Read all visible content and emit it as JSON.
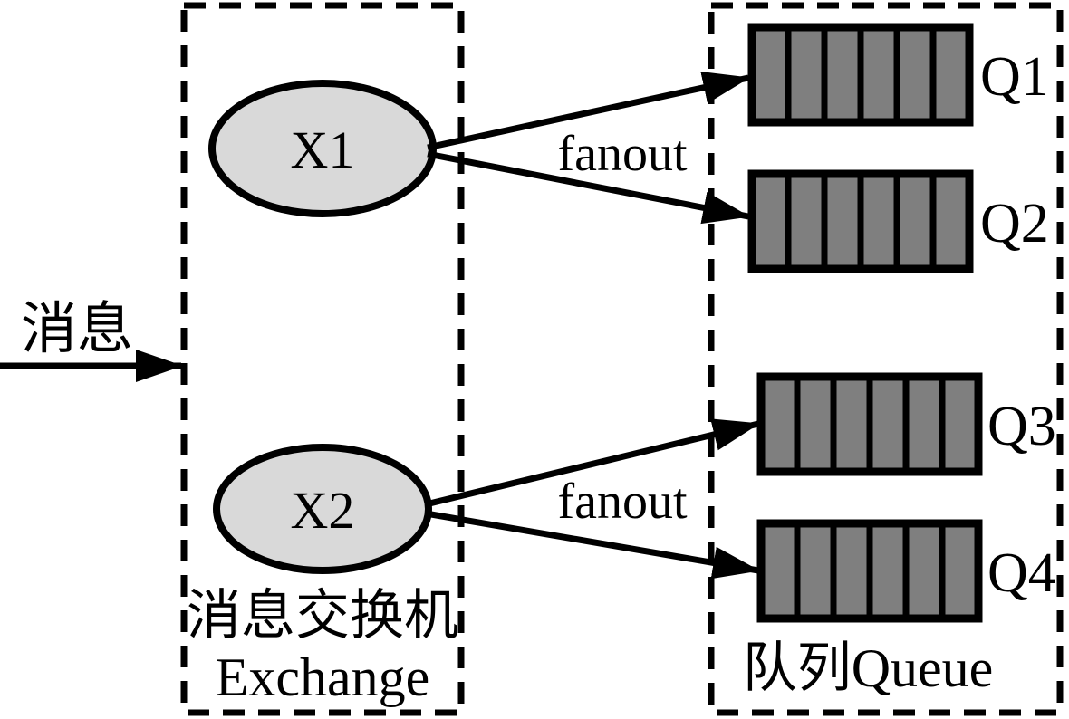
{
  "diagram": {
    "type": "fanout-exchange-topology",
    "colors": {
      "background": "#ffffff",
      "line": "#000000",
      "exchange_fill": "#d9d9d9",
      "queue_fill": "#7f7f7f"
    },
    "incoming": {
      "label": "消息"
    },
    "exchange_group": {
      "label_zh": "消息交换机",
      "label_en": "Exchange"
    },
    "queue_group": {
      "label": "队列Queue"
    },
    "exchanges": [
      {
        "label": "X1",
        "binding_type": "fanout",
        "targets": [
          "Q1",
          "Q2"
        ]
      },
      {
        "label": "X2",
        "binding_type": "fanout",
        "targets": [
          "Q3",
          "Q4"
        ]
      }
    ],
    "queues": [
      {
        "label": "Q1",
        "segments": 6
      },
      {
        "label": "Q2",
        "segments": 6
      },
      {
        "label": "Q3",
        "segments": 6
      },
      {
        "label": "Q4",
        "segments": 6
      }
    ]
  }
}
